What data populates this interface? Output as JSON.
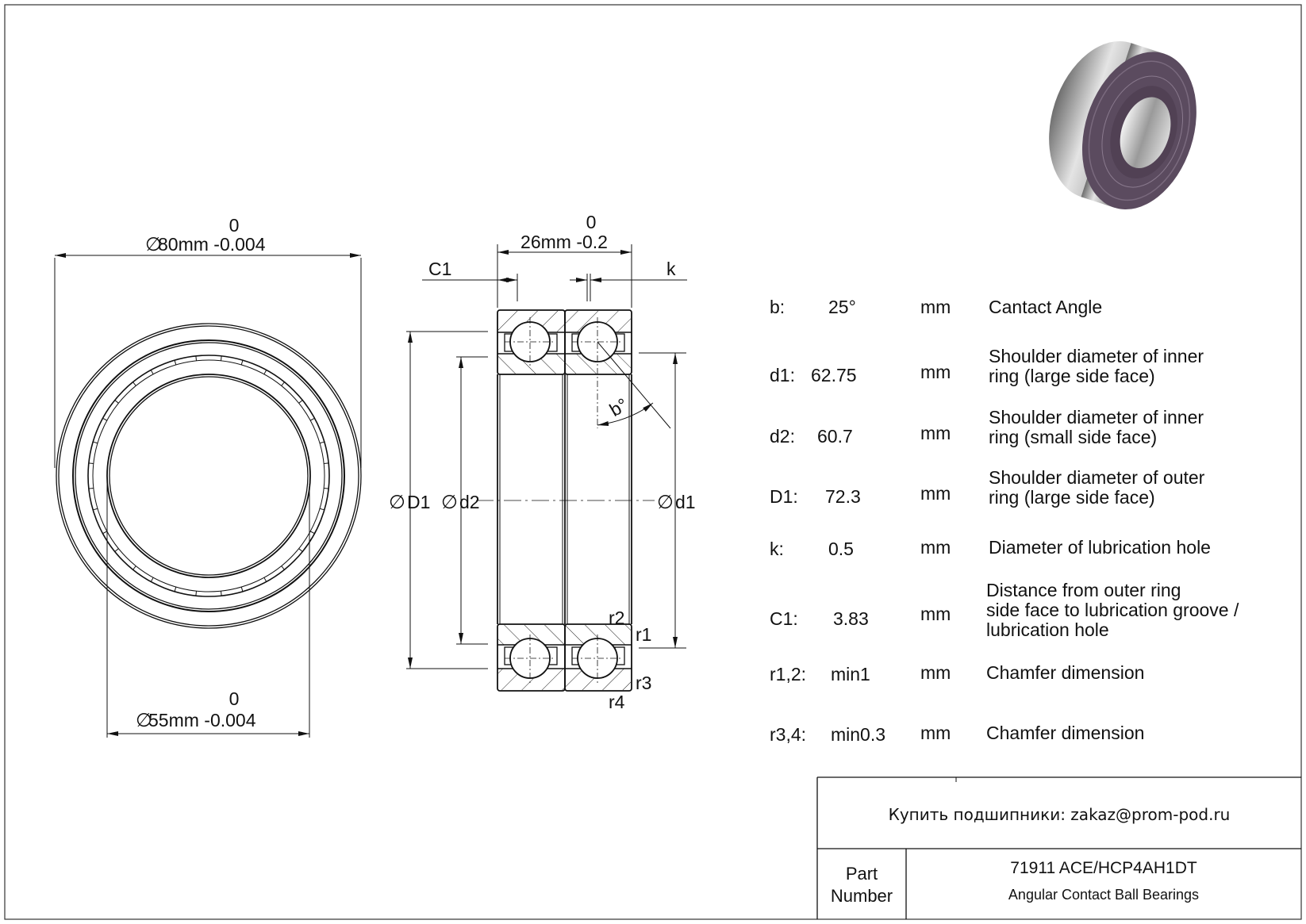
{
  "front_view": {
    "outer_dia": {
      "nominal": "80mm -0.004",
      "upper": "0"
    },
    "inner_dia": {
      "nominal": "55mm -0.004",
      "upper": "0"
    }
  },
  "section_view": {
    "width": {
      "nominal": "26mm -0.2",
      "upper": "0"
    },
    "labels": {
      "c1": "C1",
      "k": "k",
      "D1": "D1",
      "d2": "d2",
      "d1": "d1",
      "b": "b°",
      "r1": "r1",
      "r2": "r2",
      "r3": "r3",
      "r4": "r4"
    }
  },
  "specs": [
    {
      "sym": "b:",
      "val": "25°",
      "unit": "mm",
      "desc": [
        "Cantact Angle"
      ]
    },
    {
      "sym": "d1:",
      "val": "62.75",
      "unit": "mm",
      "desc": [
        "Shoulder diameter of inner",
        "ring (large side face)"
      ]
    },
    {
      "sym": "d2:",
      "val": "60.7",
      "unit": "mm",
      "desc": [
        "Shoulder diameter of inner",
        "ring (small side face)"
      ]
    },
    {
      "sym": "D1:",
      "val": "72.3",
      "unit": "mm",
      "desc": [
        "Shoulder diameter of outer",
        "ring (large side face)"
      ]
    },
    {
      "sym": "k:",
      "val": "0.5",
      "unit": "mm",
      "desc": [
        "Diameter of lubrication hole"
      ]
    },
    {
      "sym": "C1:",
      "val": "3.83",
      "unit": "mm",
      "desc": [
        "Distance from outer ring",
        "side face to lubrication groove /",
        "lubrication hole"
      ]
    },
    {
      "sym": "r1,2:",
      "val": "min1",
      "unit": "mm",
      "desc": [
        "Chamfer dimension"
      ]
    },
    {
      "sym": "r3,4:",
      "val": "min0.3",
      "unit": "mm",
      "desc": [
        "Chamfer dimension"
      ]
    }
  ],
  "title_block": {
    "contact": "Купить подшипники: zakaz@prom-pod.ru",
    "part_label": [
      "Part",
      "Number"
    ],
    "part_number": "71911 ACE/HCP4AH1DT",
    "part_type": "Angular Contact Ball Bearings"
  },
  "colors": {
    "line": "#111111",
    "shield": "#5a4a5e",
    "steel": "#c8c8c8"
  }
}
